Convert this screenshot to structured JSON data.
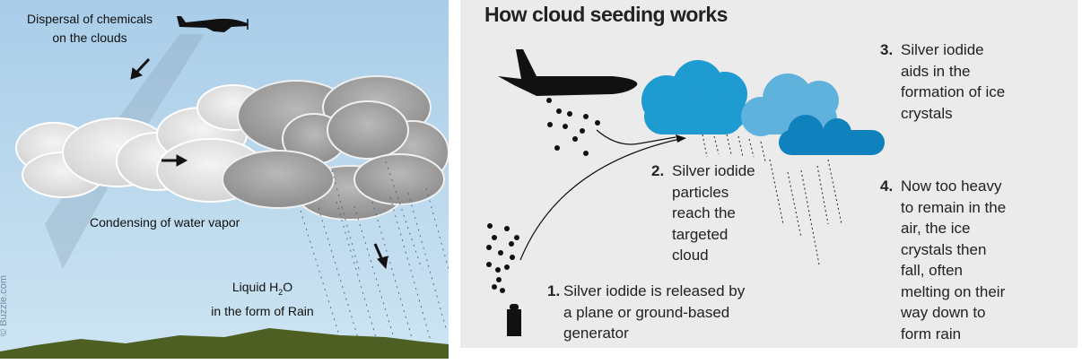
{
  "left_panel": {
    "dispersal_label": [
      "Dispersal of chemicals",
      "on the clouds"
    ],
    "condensing_label": "Condensing of water vapor",
    "rain_label": {
      "line1_prefix": "Liquid H",
      "subscript": "2",
      "line1_suffix": "O",
      "line2": "in the form of Rain"
    },
    "watermark": "© Buzzle.com",
    "colors": {
      "sky_top": "#a9cde9",
      "sky_bottom": "#cde4f2",
      "ground": "#4d5f22"
    }
  },
  "right_panel": {
    "title": "How cloud seeding works",
    "steps": [
      {
        "number": "1.",
        "lines": [
          "Silver iodide is released by",
          "a plane or ground-based",
          "generator"
        ]
      },
      {
        "number": "2.",
        "lines": [
          "Silver iodide",
          "particles",
          "reach the",
          "targeted",
          "cloud"
        ]
      },
      {
        "number": "3.",
        "lines": [
          "Silver iodide",
          "aids in the",
          "formation of ice",
          "crystals"
        ]
      },
      {
        "number": "4.",
        "lines": [
          "Now too heavy",
          "to remain in the",
          "air, the ice",
          "crystals then",
          "fall, often",
          "melting on their",
          "way down to",
          "form rain"
        ]
      }
    ],
    "colors": {
      "cloud_1": "#1e9bd1",
      "cloud_2": "#5fb2dc",
      "cloud_3": "#0f82bd",
      "background": "#ebebeb"
    }
  }
}
